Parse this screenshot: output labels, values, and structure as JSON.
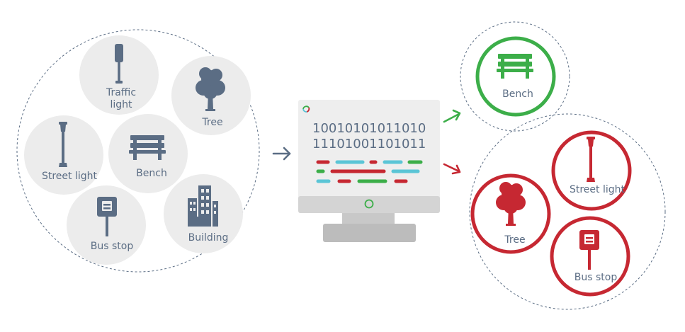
{
  "input_items": {
    "traffic_light": "Traffic light",
    "tree": "Tree",
    "street_light": "Street light",
    "bench": "Bench",
    "bus_stop": "Bus stop",
    "building": "Building"
  },
  "computer": {
    "binary_line_1": "10010101011010",
    "binary_line_2": "11101001101011"
  },
  "output_match": {
    "bench": "Bench"
  },
  "output_reject": {
    "street_light": "Street light",
    "tree": "Tree",
    "bus_stop": "Bus stop"
  },
  "colors": {
    "icon": "#5b6d84",
    "input_circle_fill": "#ececec",
    "match": "#3cae49",
    "reject": "#c62832",
    "code_cyan": "#5bc5d6",
    "monitor_screen": "#eeeeee",
    "monitor_frame": "#d4d4d4",
    "monitor_stand": "#bcbcbc"
  }
}
